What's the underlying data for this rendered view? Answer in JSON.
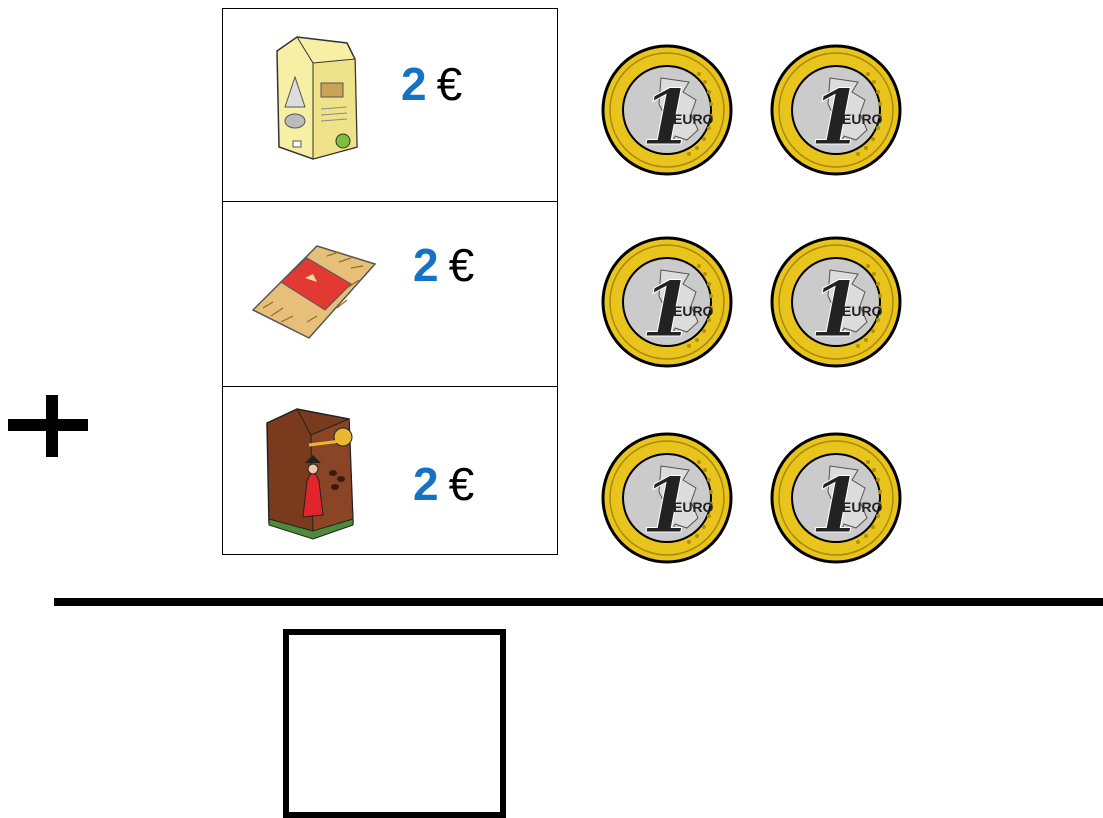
{
  "operator": "+",
  "rows": [
    {
      "product_icon": "sugar-package-icon",
      "amount": "2",
      "currency": "€"
    },
    {
      "product_icon": "pasta-bag-icon",
      "amount": "2",
      "currency": "€"
    },
    {
      "product_icon": "coffee-package-icon",
      "amount": "2",
      "currency": "€"
    }
  ],
  "coins": [
    {
      "value": "1",
      "label": "EURO"
    },
    {
      "value": "1",
      "label": "EURO"
    },
    {
      "value": "1",
      "label": "EURO"
    },
    {
      "value": "1",
      "label": "EURO"
    },
    {
      "value": "1",
      "label": "EURO"
    },
    {
      "value": "1",
      "label": "EURO"
    }
  ],
  "colors": {
    "price_amount": "#1672c4",
    "coin_outer": "#e8c41c",
    "coin_inner": "#c9c9c9"
  },
  "answer_box": {
    "value": ""
  }
}
